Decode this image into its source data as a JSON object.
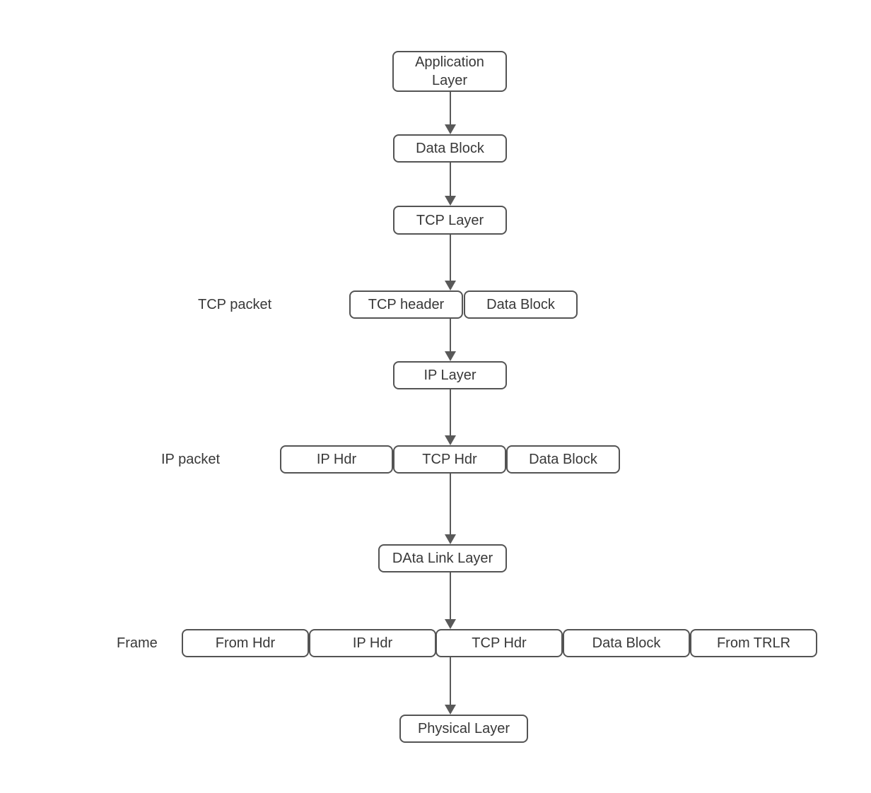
{
  "colors": {
    "background": "#ffffff",
    "box_border": "#545454",
    "text": "#383838",
    "arrow": "#595959"
  },
  "diagram_type": "flowchart",
  "nodes": {
    "application_layer": "Application Layer",
    "data_block_top": "Data Block",
    "tcp_layer": "TCP Layer",
    "tcp_header": "TCP header",
    "tcp_packet_data_block": "Data Block",
    "ip_layer": "IP Layer",
    "ip_packet_ip_hdr": "IP Hdr",
    "ip_packet_tcp_hdr": "TCP Hdr",
    "ip_packet_data_block": "Data Block",
    "data_link_layer": "DAta Link Layer",
    "frame_from_hdr": "From Hdr",
    "frame_ip_hdr": "IP Hdr",
    "frame_tcp_hdr": "TCP Hdr",
    "frame_data_block": "Data Block",
    "frame_from_trlr": "From TRLR",
    "physical_layer": "Physical Layer"
  },
  "row_labels": {
    "tcp_packet": "TCP packet",
    "ip_packet": "IP packet",
    "frame": "Frame"
  }
}
